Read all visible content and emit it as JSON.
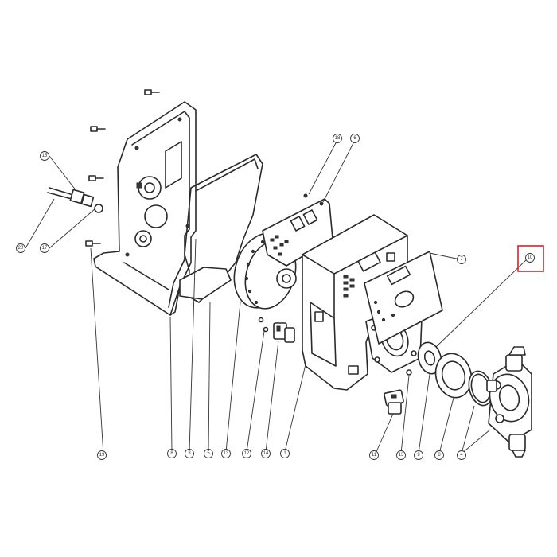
{
  "diagram": {
    "callouts": [
      {
        "id": "c-top-left-upper",
        "label": "15"
      },
      {
        "id": "c-left-lower",
        "label": "20"
      },
      {
        "id": "c-left-mid",
        "label": "17"
      },
      {
        "id": "c-bottom-left",
        "label": "19"
      },
      {
        "id": "c-bottom-1",
        "label": "8"
      },
      {
        "id": "c-bottom-2",
        "label": "3"
      },
      {
        "id": "c-bottom-3",
        "label": "5"
      },
      {
        "id": "c-bottom-4",
        "label": "13"
      },
      {
        "id": "c-bottom-5",
        "label": "12"
      },
      {
        "id": "c-bottom-6",
        "label": "14"
      },
      {
        "id": "c-bottom-7",
        "label": "1"
      },
      {
        "id": "c-top-board-a",
        "label": "18"
      },
      {
        "id": "c-top-board-b",
        "label": "6"
      },
      {
        "id": "c-label-plate",
        "label": "7"
      },
      {
        "id": "c-highlighted",
        "label": "10"
      },
      {
        "id": "c-right-1",
        "label": "11"
      },
      {
        "id": "c-right-2",
        "label": "13"
      },
      {
        "id": "c-right-3",
        "label": "9"
      },
      {
        "id": "c-right-4",
        "label": "8"
      },
      {
        "id": "c-right-5",
        "label": "4"
      }
    ],
    "highlight_color": "#d0262c"
  }
}
